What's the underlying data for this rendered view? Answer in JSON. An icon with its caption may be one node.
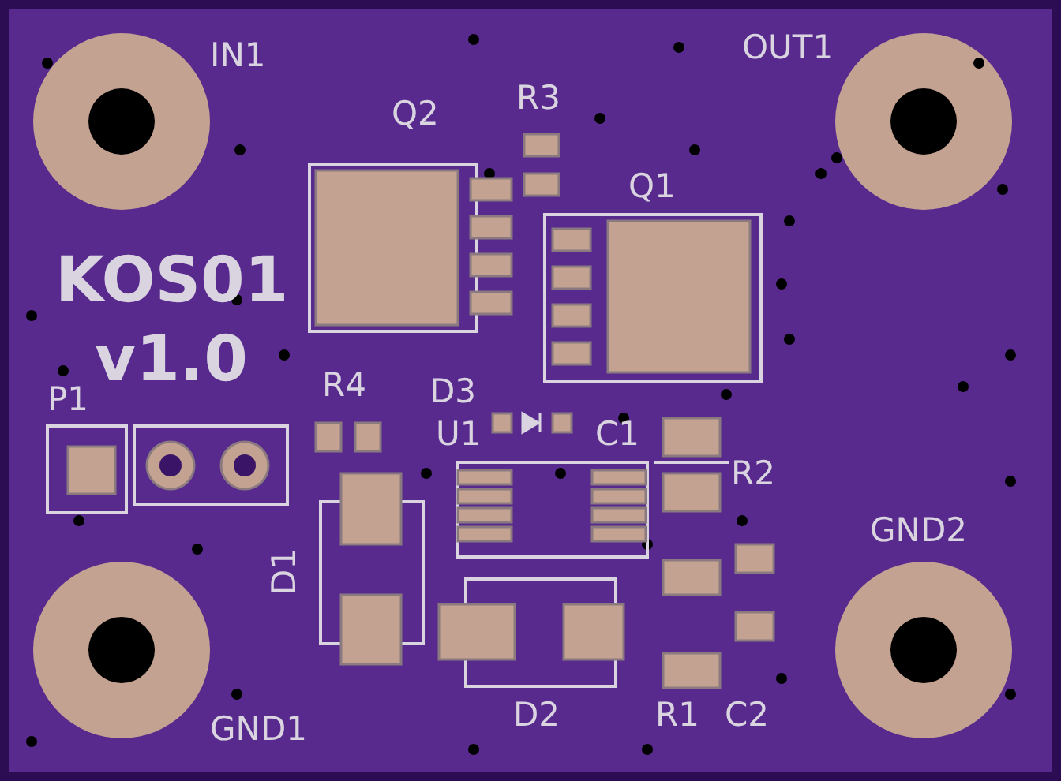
{
  "diagram": {
    "labels": [
      "IN1",
      "OUT1",
      "R3",
      "Q2",
      "Q1",
      "KOS01",
      "v1.0",
      "P1",
      "R4",
      "D3",
      "U1",
      "C1",
      "R2",
      "GND2",
      "D1",
      "GND1",
      "D2",
      "R1",
      "C2"
    ]
  }
}
